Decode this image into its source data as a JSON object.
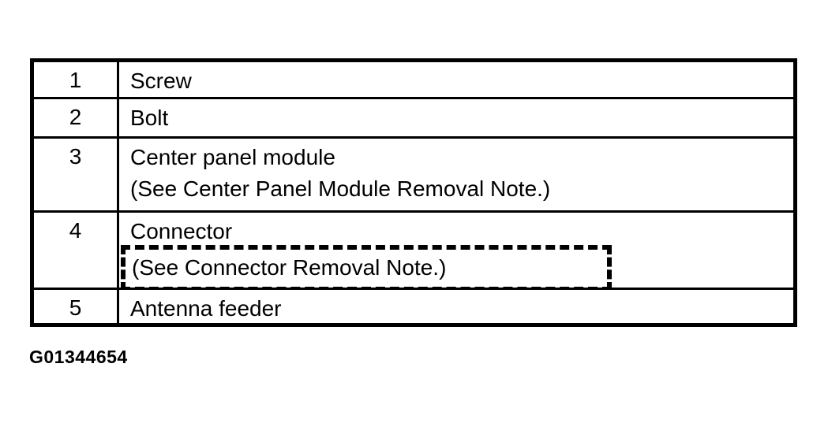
{
  "parts_table": {
    "rows": [
      {
        "number": "1",
        "lines": [
          "Screw"
        ]
      },
      {
        "number": "2",
        "lines": [
          "Bolt"
        ]
      },
      {
        "number": "3",
        "lines": [
          "Center panel module",
          "(See Center Panel Module Removal Note.)"
        ]
      },
      {
        "number": "4",
        "lines": [
          "Connector",
          "(See Connector Removal Note.)"
        ]
      },
      {
        "number": "5",
        "lines": [
          "Antenna feeder"
        ]
      }
    ]
  },
  "footer": {
    "figure_id": "G01344654"
  },
  "colors": {
    "ink": "#000000",
    "background": "#ffffff"
  }
}
